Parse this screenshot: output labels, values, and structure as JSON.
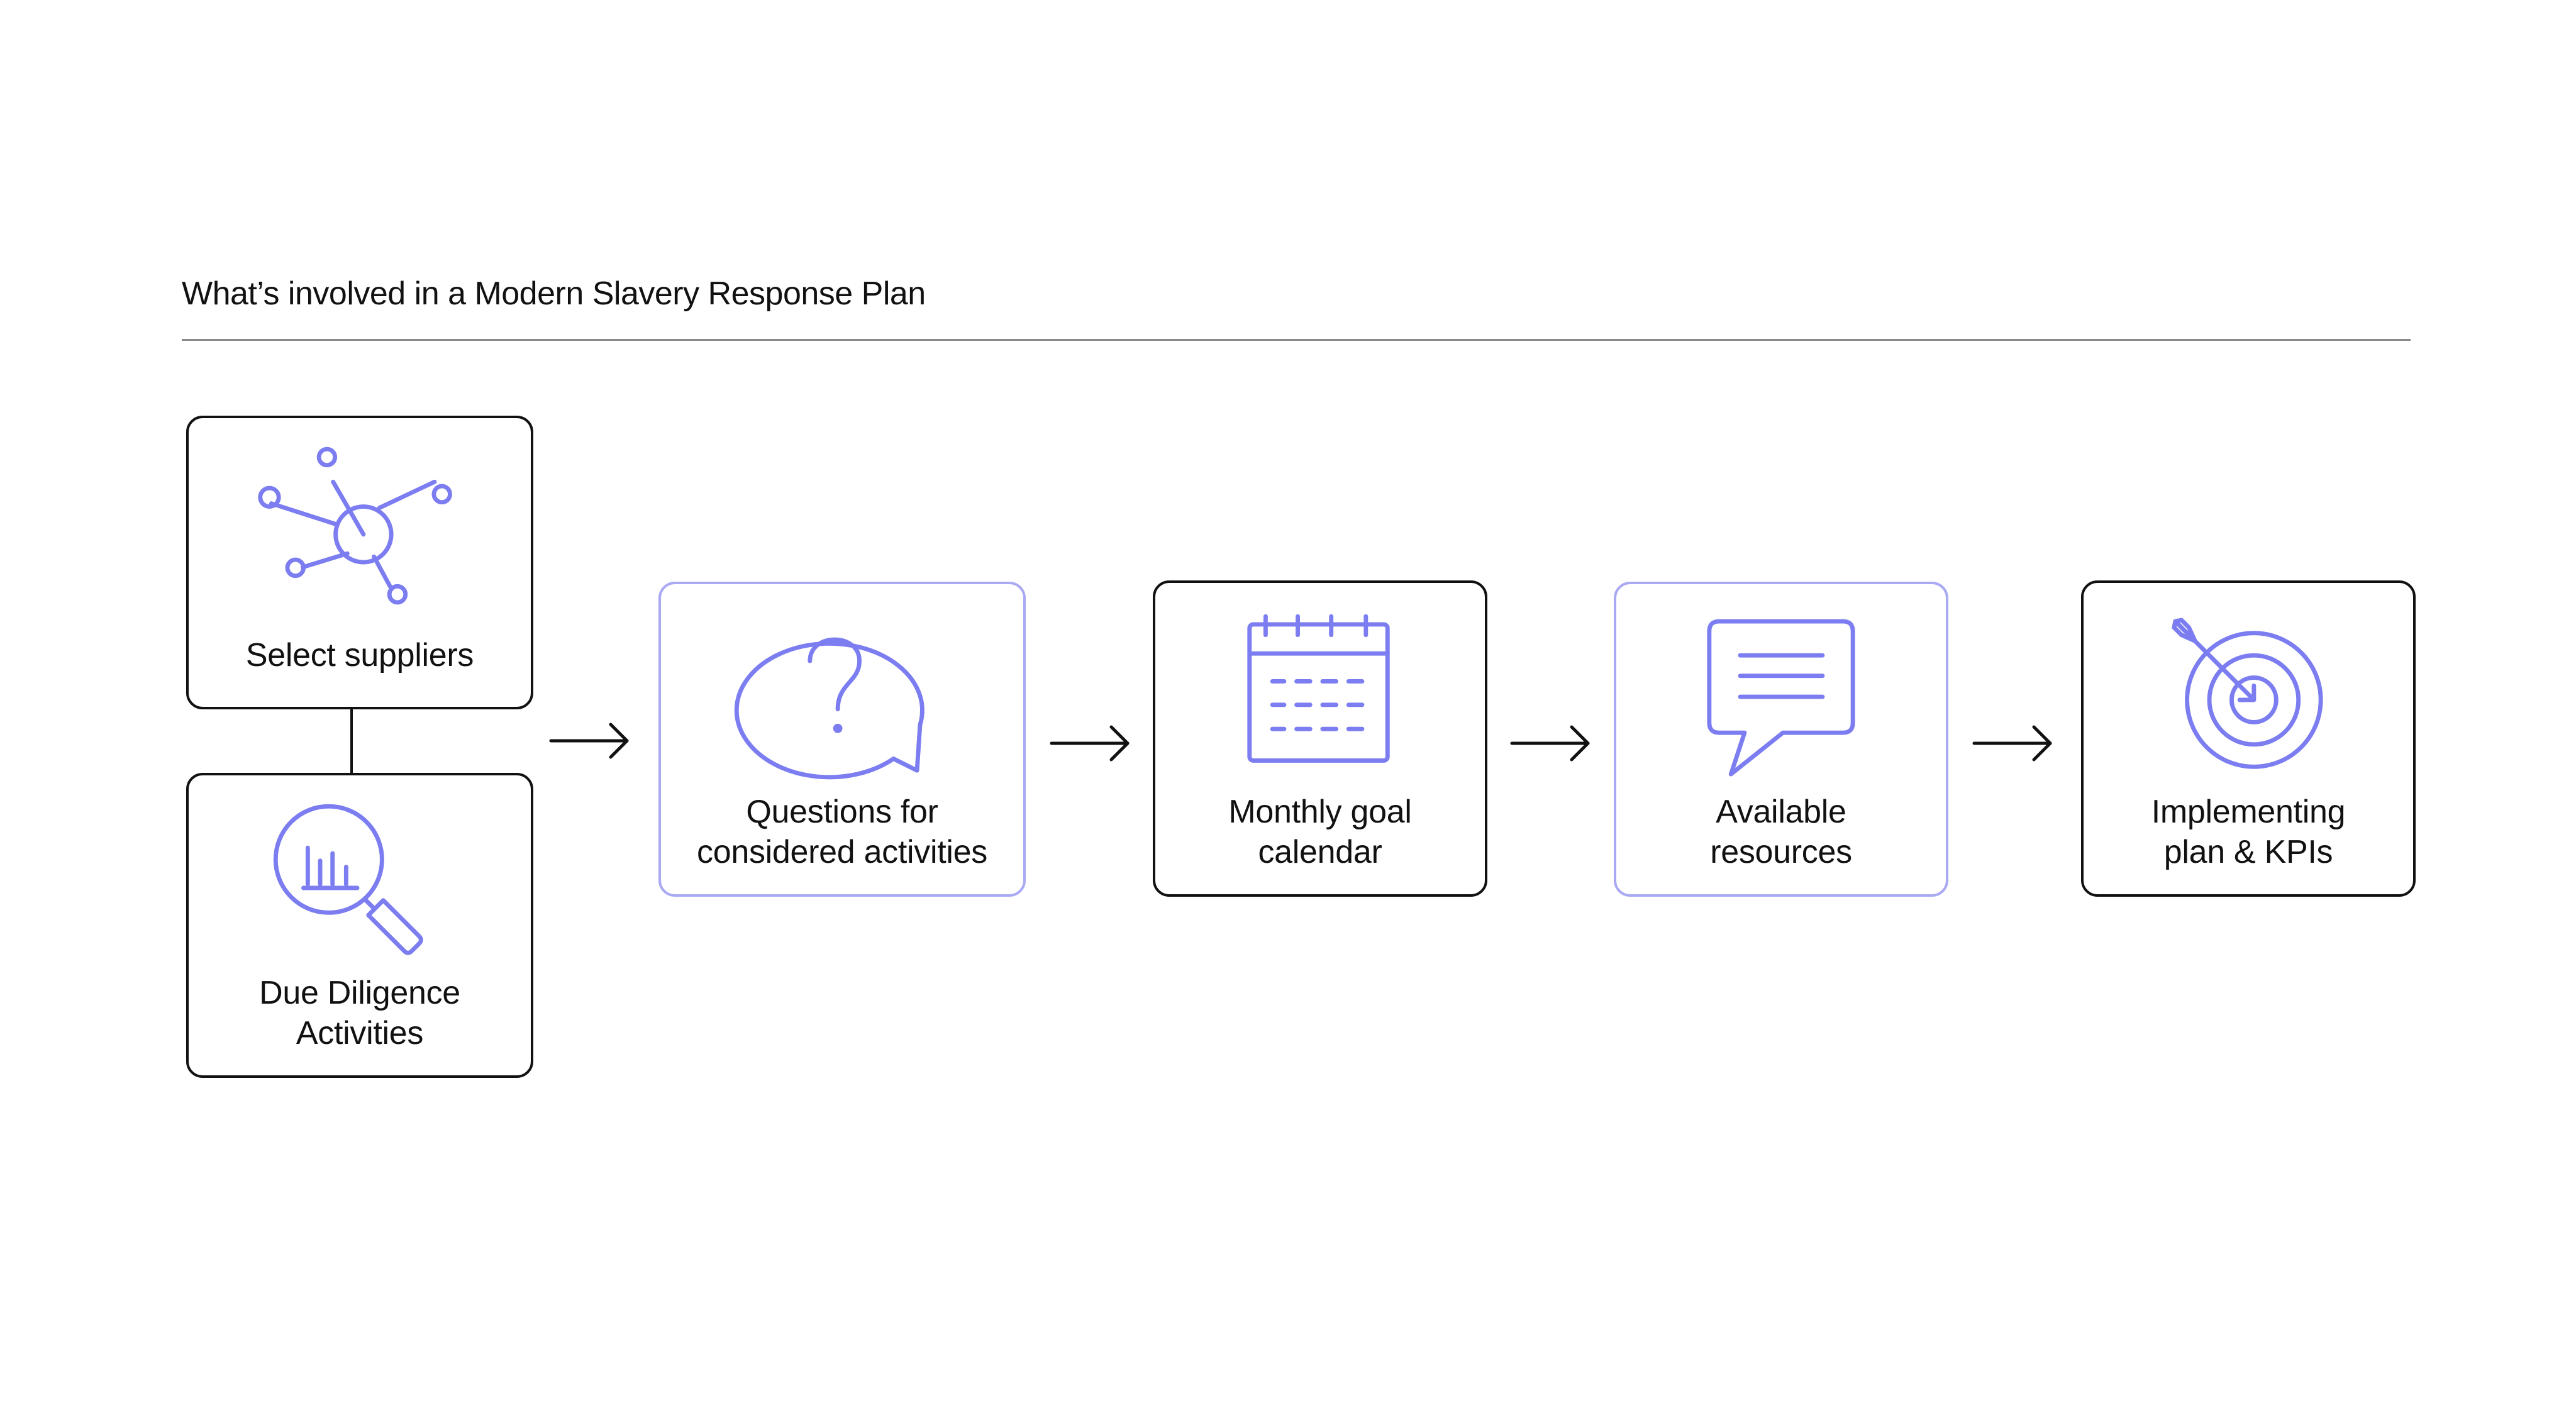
{
  "title": "What’s involved in a Modern Slavery Response Plan",
  "colors": {
    "accent": "#7b7df0",
    "accent_border": "#a9aaf3",
    "stroke": "#111111",
    "divider": "#8a8a8a",
    "background": "#ffffff"
  },
  "steps": {
    "select_suppliers": {
      "label_line1": "Select suppliers",
      "icon": "network-icon"
    },
    "due_diligence": {
      "label_line1": "Due Diligence",
      "label_line2": "Activities",
      "icon": "magnifier-chart-icon"
    },
    "questions": {
      "label_line1": "Questions for",
      "label_line2": "considered activities",
      "icon": "question-bubble-icon"
    },
    "calendar": {
      "label_line1": "Monthly goal",
      "label_line2": "calendar",
      "icon": "calendar-icon"
    },
    "resources": {
      "label_line1": "Available",
      "label_line2": "resources",
      "icon": "message-bubble-icon"
    },
    "kpis": {
      "label_line1": "Implementing",
      "label_line2": "plan & KPIs",
      "icon": "target-icon"
    }
  }
}
